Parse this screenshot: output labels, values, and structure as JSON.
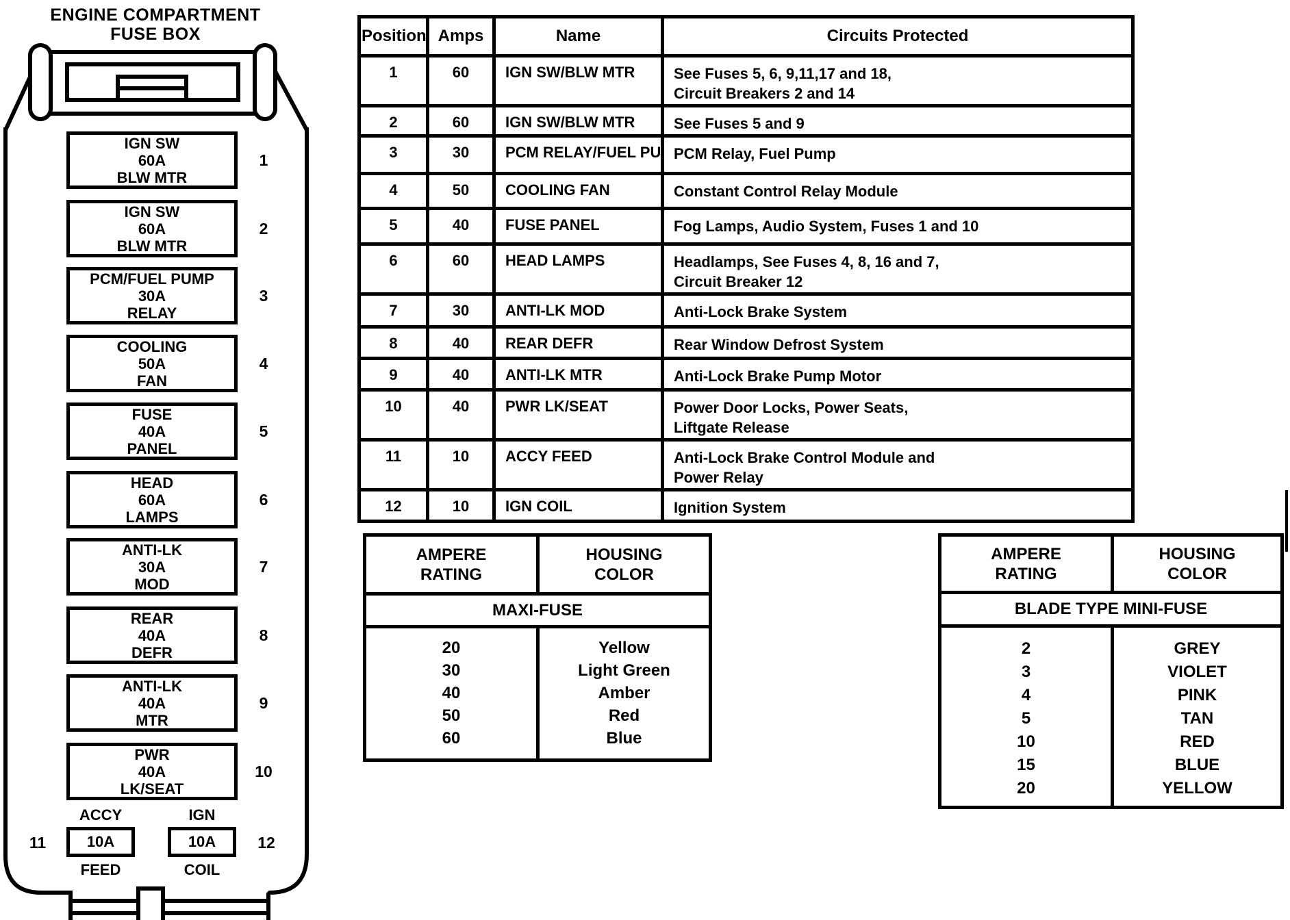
{
  "fusebox": {
    "title_line1": "ENGINE COMPARTMENT",
    "title_line2": "FUSE BOX",
    "fuses": [
      {
        "number": "1",
        "line1": "IGN SW",
        "line2": "60A",
        "line3": "BLW MTR"
      },
      {
        "number": "2",
        "line1": "IGN SW",
        "line2": "60A",
        "line3": "BLW MTR"
      },
      {
        "number": "3",
        "line1": "PCM/FUEL PUMP",
        "line2": "30A",
        "line3": "RELAY"
      },
      {
        "number": "4",
        "line1": "COOLING",
        "line2": "50A",
        "line3": "FAN"
      },
      {
        "number": "5",
        "line1": "FUSE",
        "line2": "40A",
        "line3": "PANEL"
      },
      {
        "number": "6",
        "line1": "HEAD",
        "line2": "60A",
        "line3": "LAMPS"
      },
      {
        "number": "7",
        "line1": "ANTI-LK",
        "line2": "30A",
        "line3": "MOD"
      },
      {
        "number": "8",
        "line1": "REAR",
        "line2": "40A",
        "line3": "DEFR"
      },
      {
        "number": "9",
        "line1": "ANTI-LK",
        "line2": "40A",
        "line3": "MTR"
      },
      {
        "number": "10",
        "line1": "PWR",
        "line2": "40A",
        "line3": "LK/SEAT"
      }
    ],
    "small_fuses": [
      {
        "number": "11",
        "label_top": "ACCY",
        "amps": "10A",
        "label_bottom": "FEED"
      },
      {
        "number": "12",
        "label_top": "IGN",
        "amps": "10A",
        "label_bottom": "COIL"
      }
    ]
  },
  "main_table": {
    "headers": {
      "position": "Position",
      "amps": "Amps",
      "name": "Name",
      "circuits": "Circuits Protected"
    },
    "rows": [
      {
        "position": "1",
        "amps": "60",
        "name": "IGN SW/BLW MTR",
        "circuits": "See Fuses 5, 6, 9,11,17 and 18,\nCircuit Breakers 2 and 14"
      },
      {
        "position": "2",
        "amps": "60",
        "name": "IGN SW/BLW MTR",
        "circuits": "See Fuses 5 and 9"
      },
      {
        "position": "3",
        "amps": "30",
        "name": "PCM RELAY/FUEL PUMP",
        "circuits": "PCM Relay, Fuel Pump"
      },
      {
        "position": "4",
        "amps": "50",
        "name": "COOLING FAN",
        "circuits": "Constant Control Relay Module"
      },
      {
        "position": "5",
        "amps": "40",
        "name": "FUSE PANEL",
        "circuits": "Fog Lamps, Audio System, Fuses 1 and 10"
      },
      {
        "position": "6",
        "amps": "60",
        "name": "HEAD LAMPS",
        "circuits": "Headlamps, See Fuses 4, 8, 16 and 7,\nCircuit Breaker 12"
      },
      {
        "position": "7",
        "amps": "30",
        "name": "ANTI-LK MOD",
        "circuits": "Anti-Lock Brake System"
      },
      {
        "position": "8",
        "amps": "40",
        "name": "REAR DEFR",
        "circuits": "Rear Window Defrost System"
      },
      {
        "position": "9",
        "amps": "40",
        "name": "ANTI-LK MTR",
        "circuits": "Anti-Lock Brake Pump Motor"
      },
      {
        "position": "10",
        "amps": "40",
        "name": "PWR LK/SEAT",
        "circuits": "Power Door Locks, Power Seats,\nLiftgate Release"
      },
      {
        "position": "11",
        "amps": "10",
        "name": "ACCY FEED",
        "circuits": "Anti-Lock Brake Control Module and\nPower Relay"
      },
      {
        "position": "12",
        "amps": "10",
        "name": "IGN COIL",
        "circuits": "Ignition System"
      }
    ]
  },
  "maxi_table": {
    "header_rating": "AMPERE\nRATING",
    "header_color": "HOUSING\nCOLOR",
    "type_label": "MAXI-FUSE",
    "rows": [
      {
        "rating": "20",
        "color": "Yellow"
      },
      {
        "rating": "30",
        "color": "Light Green"
      },
      {
        "rating": "40",
        "color": "Amber"
      },
      {
        "rating": "50",
        "color": "Red"
      },
      {
        "rating": "60",
        "color": "Blue"
      }
    ]
  },
  "mini_table": {
    "header_rating": "AMPERE\nRATING",
    "header_color": "HOUSING\nCOLOR",
    "type_label": "BLADE TYPE MINI-FUSE",
    "rows": [
      {
        "rating": "2",
        "color": "GREY"
      },
      {
        "rating": "3",
        "color": "VIOLET"
      },
      {
        "rating": "4",
        "color": "PINK"
      },
      {
        "rating": "5",
        "color": "TAN"
      },
      {
        "rating": "10",
        "color": "RED"
      },
      {
        "rating": "15",
        "color": "BLUE"
      },
      {
        "rating": "20",
        "color": "YELLOW"
      }
    ]
  },
  "colors": {
    "ink": "#000000",
    "paper": "#ffffff"
  }
}
